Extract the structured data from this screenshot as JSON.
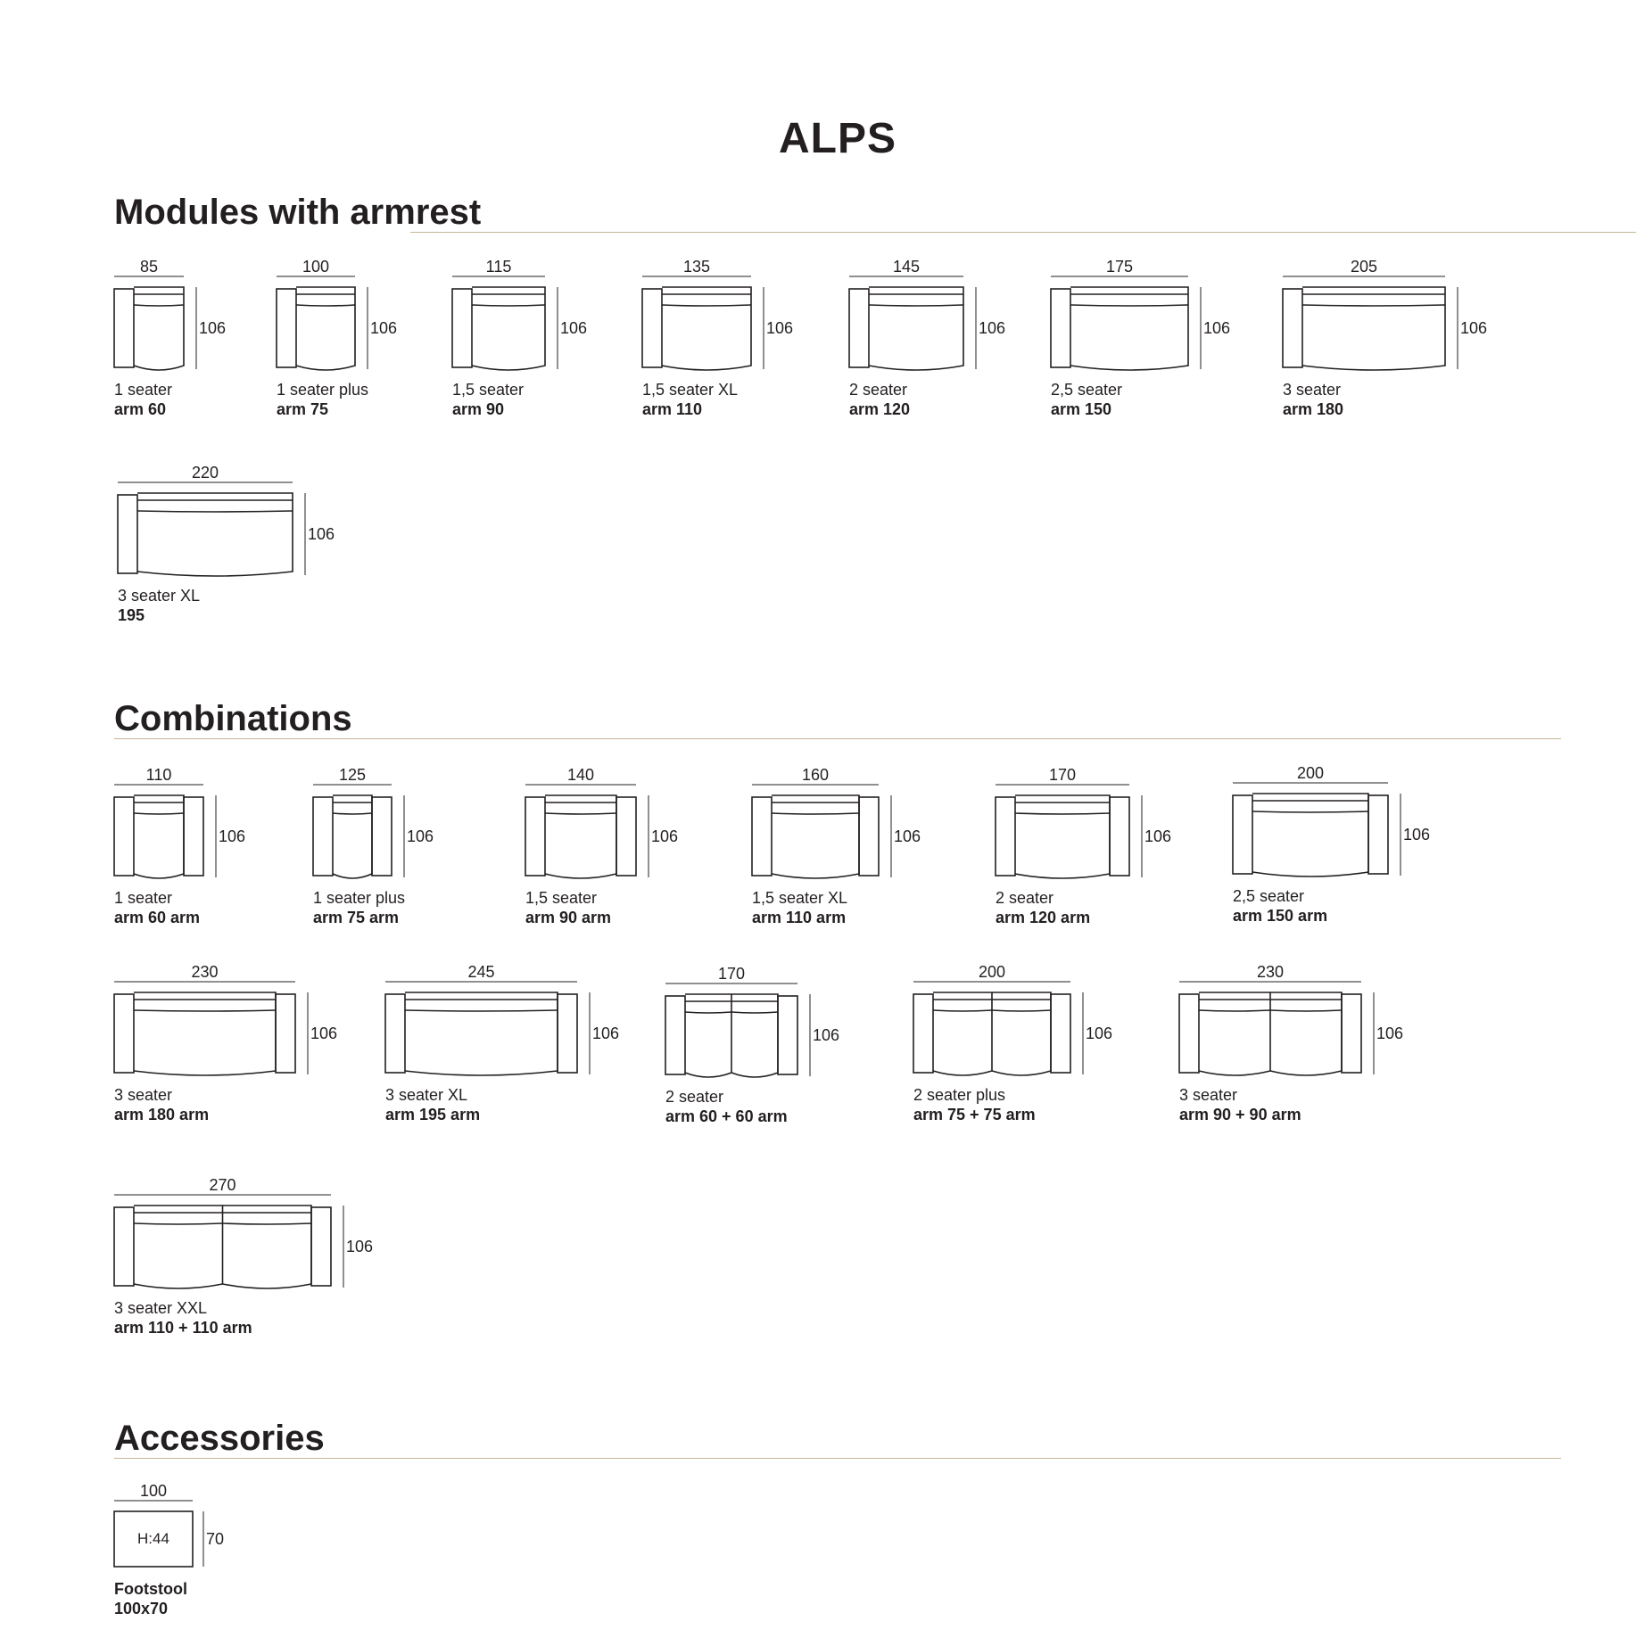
{
  "title": "ALPS",
  "colors": {
    "rule": "#c7b597",
    "ink": "#231f20"
  },
  "sections": [
    {
      "id": "modules",
      "title": "Modules with armrest",
      "items": [
        {
          "width": "85",
          "depth": "106",
          "name": "1 seater",
          "spec": "arm 60",
          "seats": 1,
          "arms": "left"
        },
        {
          "width": "100",
          "depth": "106",
          "name": "1 seater plus",
          "spec": "arm 75",
          "seats": 1,
          "arms": "left"
        },
        {
          "width": "115",
          "depth": "106",
          "name": "1,5 seater",
          "spec": "arm 90",
          "seats": 1,
          "arms": "left"
        },
        {
          "width": "135",
          "depth": "106",
          "name": "1,5 seater XL",
          "spec": "arm 110",
          "seats": 1,
          "arms": "left"
        },
        {
          "width": "145",
          "depth": "106",
          "name": "2 seater",
          "spec": "arm 120",
          "seats": 1,
          "arms": "left"
        },
        {
          "width": "175",
          "depth": "106",
          "name": "2,5 seater",
          "spec": "arm 150",
          "seats": 1,
          "arms": "left"
        },
        {
          "width": "205",
          "depth": "106",
          "name": "3 seater",
          "spec": "arm 180",
          "seats": 1,
          "arms": "left"
        },
        {
          "width": "220",
          "depth": "106",
          "name": "3 seater XL",
          "spec": "195",
          "seats": 1,
          "arms": "left"
        }
      ]
    },
    {
      "id": "combinations",
      "title": "Combinations",
      "items": [
        {
          "width": "110",
          "depth": "106",
          "name": "1 seater",
          "spec": "arm 60 arm",
          "seats": 1,
          "arms": "both"
        },
        {
          "width": "125",
          "depth": "106",
          "name": "1 seater plus",
          "spec": "arm 75 arm",
          "seats": 1,
          "arms": "both"
        },
        {
          "width": "140",
          "depth": "106",
          "name": "1,5 seater",
          "spec": "arm 90 arm",
          "seats": 1,
          "arms": "both"
        },
        {
          "width": "160",
          "depth": "106",
          "name": "1,5 seater XL",
          "spec": "arm 110 arm",
          "seats": 1,
          "arms": "both"
        },
        {
          "width": "170",
          "depth": "106",
          "name": "2 seater",
          "spec": "arm 120 arm",
          "seats": 1,
          "arms": "both"
        },
        {
          "width": "200",
          "depth": "106",
          "name": "2,5 seater",
          "spec": "arm 150 arm",
          "seats": 1,
          "arms": "both"
        },
        {
          "width": "230",
          "depth": "106",
          "name": "3 seater",
          "spec": "arm 180 arm",
          "seats": 1,
          "arms": "both"
        },
        {
          "width": "245",
          "depth": "106",
          "name": "3 seater XL",
          "spec": "arm 195 arm",
          "seats": 1,
          "arms": "both"
        },
        {
          "width": "170",
          "depth": "106",
          "name": "2 seater",
          "spec": "arm 60 + 60 arm",
          "seats": 2,
          "arms": "both"
        },
        {
          "width": "200",
          "depth": "106",
          "name": "2 seater plus",
          "spec": "arm 75 + 75 arm",
          "seats": 2,
          "arms": "both"
        },
        {
          "width": "230",
          "depth": "106",
          "name": "3 seater",
          "spec": "arm 90 + 90 arm",
          "seats": 2,
          "arms": "both"
        },
        {
          "width": "270",
          "depth": "106",
          "name": "3 seater XXL",
          "spec": "arm 110 + 110 arm",
          "seats": 2,
          "arms": "both"
        }
      ]
    },
    {
      "id": "accessories",
      "title": "Accessories",
      "items": [
        {
          "width": "100",
          "depth": "70",
          "height_label": "H:44",
          "name": "Footstool",
          "spec": "100x70"
        }
      ]
    }
  ]
}
